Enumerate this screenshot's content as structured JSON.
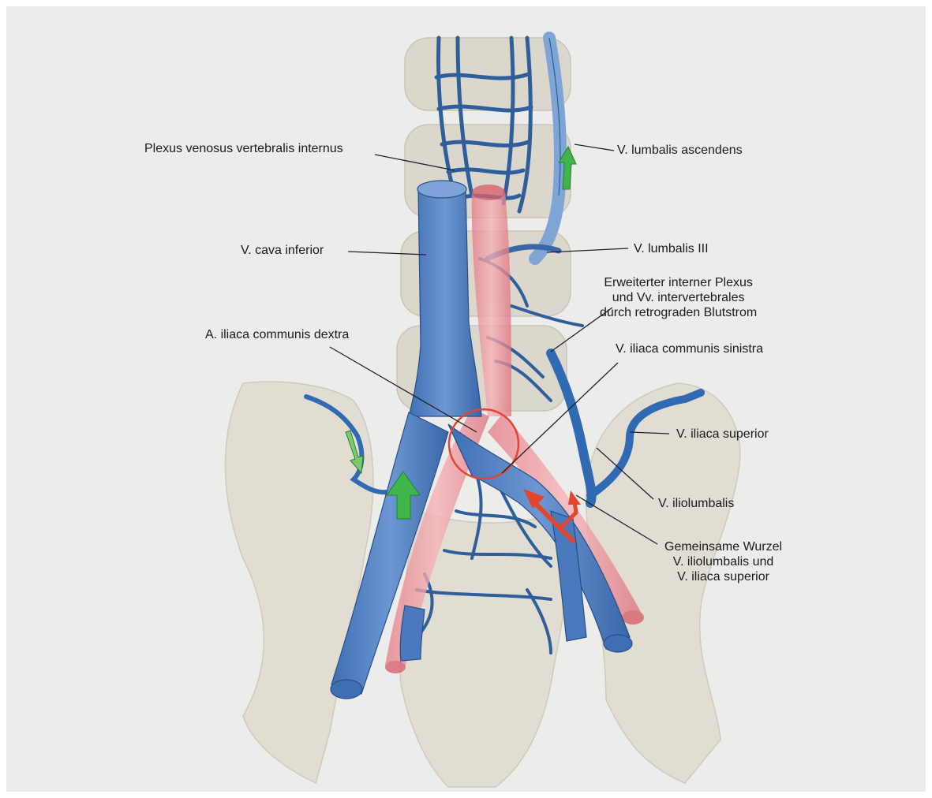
{
  "labels": {
    "plexus_internus": "Plexus venosus vertebralis internus",
    "lumbalis_ascendens": "V. lumbalis ascendens",
    "cava_inferior": "V. cava inferior",
    "lumbalis_iii": "V. lumbalis III",
    "erweiterter_plexus": "Erweiterter interner Plexus\nund Vv. intervertebrales\ndurch retrograden Blutstrom",
    "iliaca_communis_dextra": "A. iliaca communis dextra",
    "iliaca_communis_sinistra": "V. iliaca communis sinistra",
    "iliaca_superior": "V. iliaca superior",
    "iliolumbalis": "V. iliolumbalis",
    "gemeinsame_wurzel": "Gemeinsame Wurzel\nV. iliolumbalis und\nV. iliaca superior"
  },
  "colors": {
    "vein": "#4f7fc3",
    "artery": "#e98d95",
    "plexus": "#2f5f9a",
    "flow_normal": "#3fb54a",
    "flow_retrograde": "#e1462f",
    "compression_circle": "#e1462f",
    "bone": "#e2ddd3"
  }
}
